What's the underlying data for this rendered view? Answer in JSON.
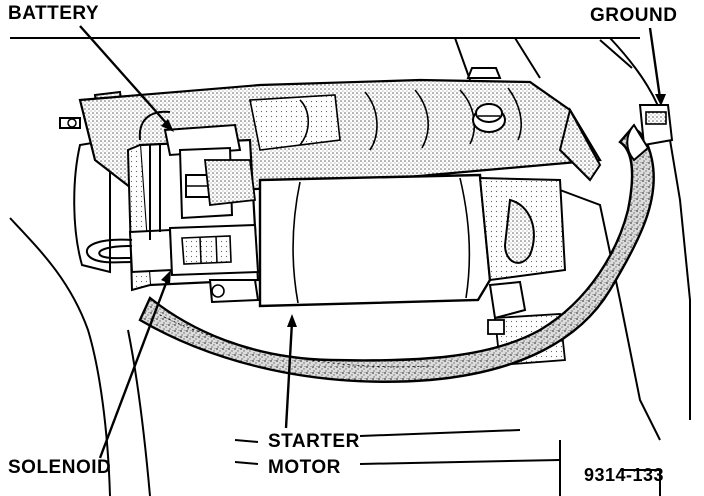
{
  "labels": {
    "battery": "BATTERY",
    "ground": "GROUND",
    "solenoid": "SOLENOID",
    "starter_line1": "STARTER",
    "starter_line2": "MOTOR"
  },
  "figure_id": "9314-133",
  "colors": {
    "ink": "#000000",
    "paper": "#ffffff",
    "shade": "#9a9a9a",
    "cable_fill": "#d8d8d8"
  }
}
